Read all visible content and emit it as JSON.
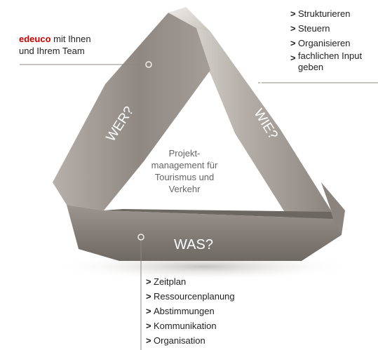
{
  "diagram": {
    "center_text": [
      "Projekt-",
      "management für",
      "Tourismus und",
      "Verkehr"
    ],
    "sides": {
      "wer": "WER?",
      "wie": "WIE?",
      "was": "WAS?"
    },
    "wer_callout": {
      "brand": "edeuco",
      "line1_rest": " mit Ihnen",
      "line2": "und Ihrem Team"
    },
    "wie_items": [
      "Strukturieren",
      "Steuern",
      "Organisieren",
      "fachlichen Input geben"
    ],
    "was_items": [
      "Zeitplan",
      "Ressourcenplanung",
      "Abstimmungen",
      "Kommunikation",
      "Organisation"
    ],
    "bullet": ">",
    "colors": {
      "band_dark": "#8a837d",
      "band_light": "#d6d0ca",
      "label": "#ffffff",
      "brand": "#cc0000",
      "leader": "#8d8781"
    }
  }
}
